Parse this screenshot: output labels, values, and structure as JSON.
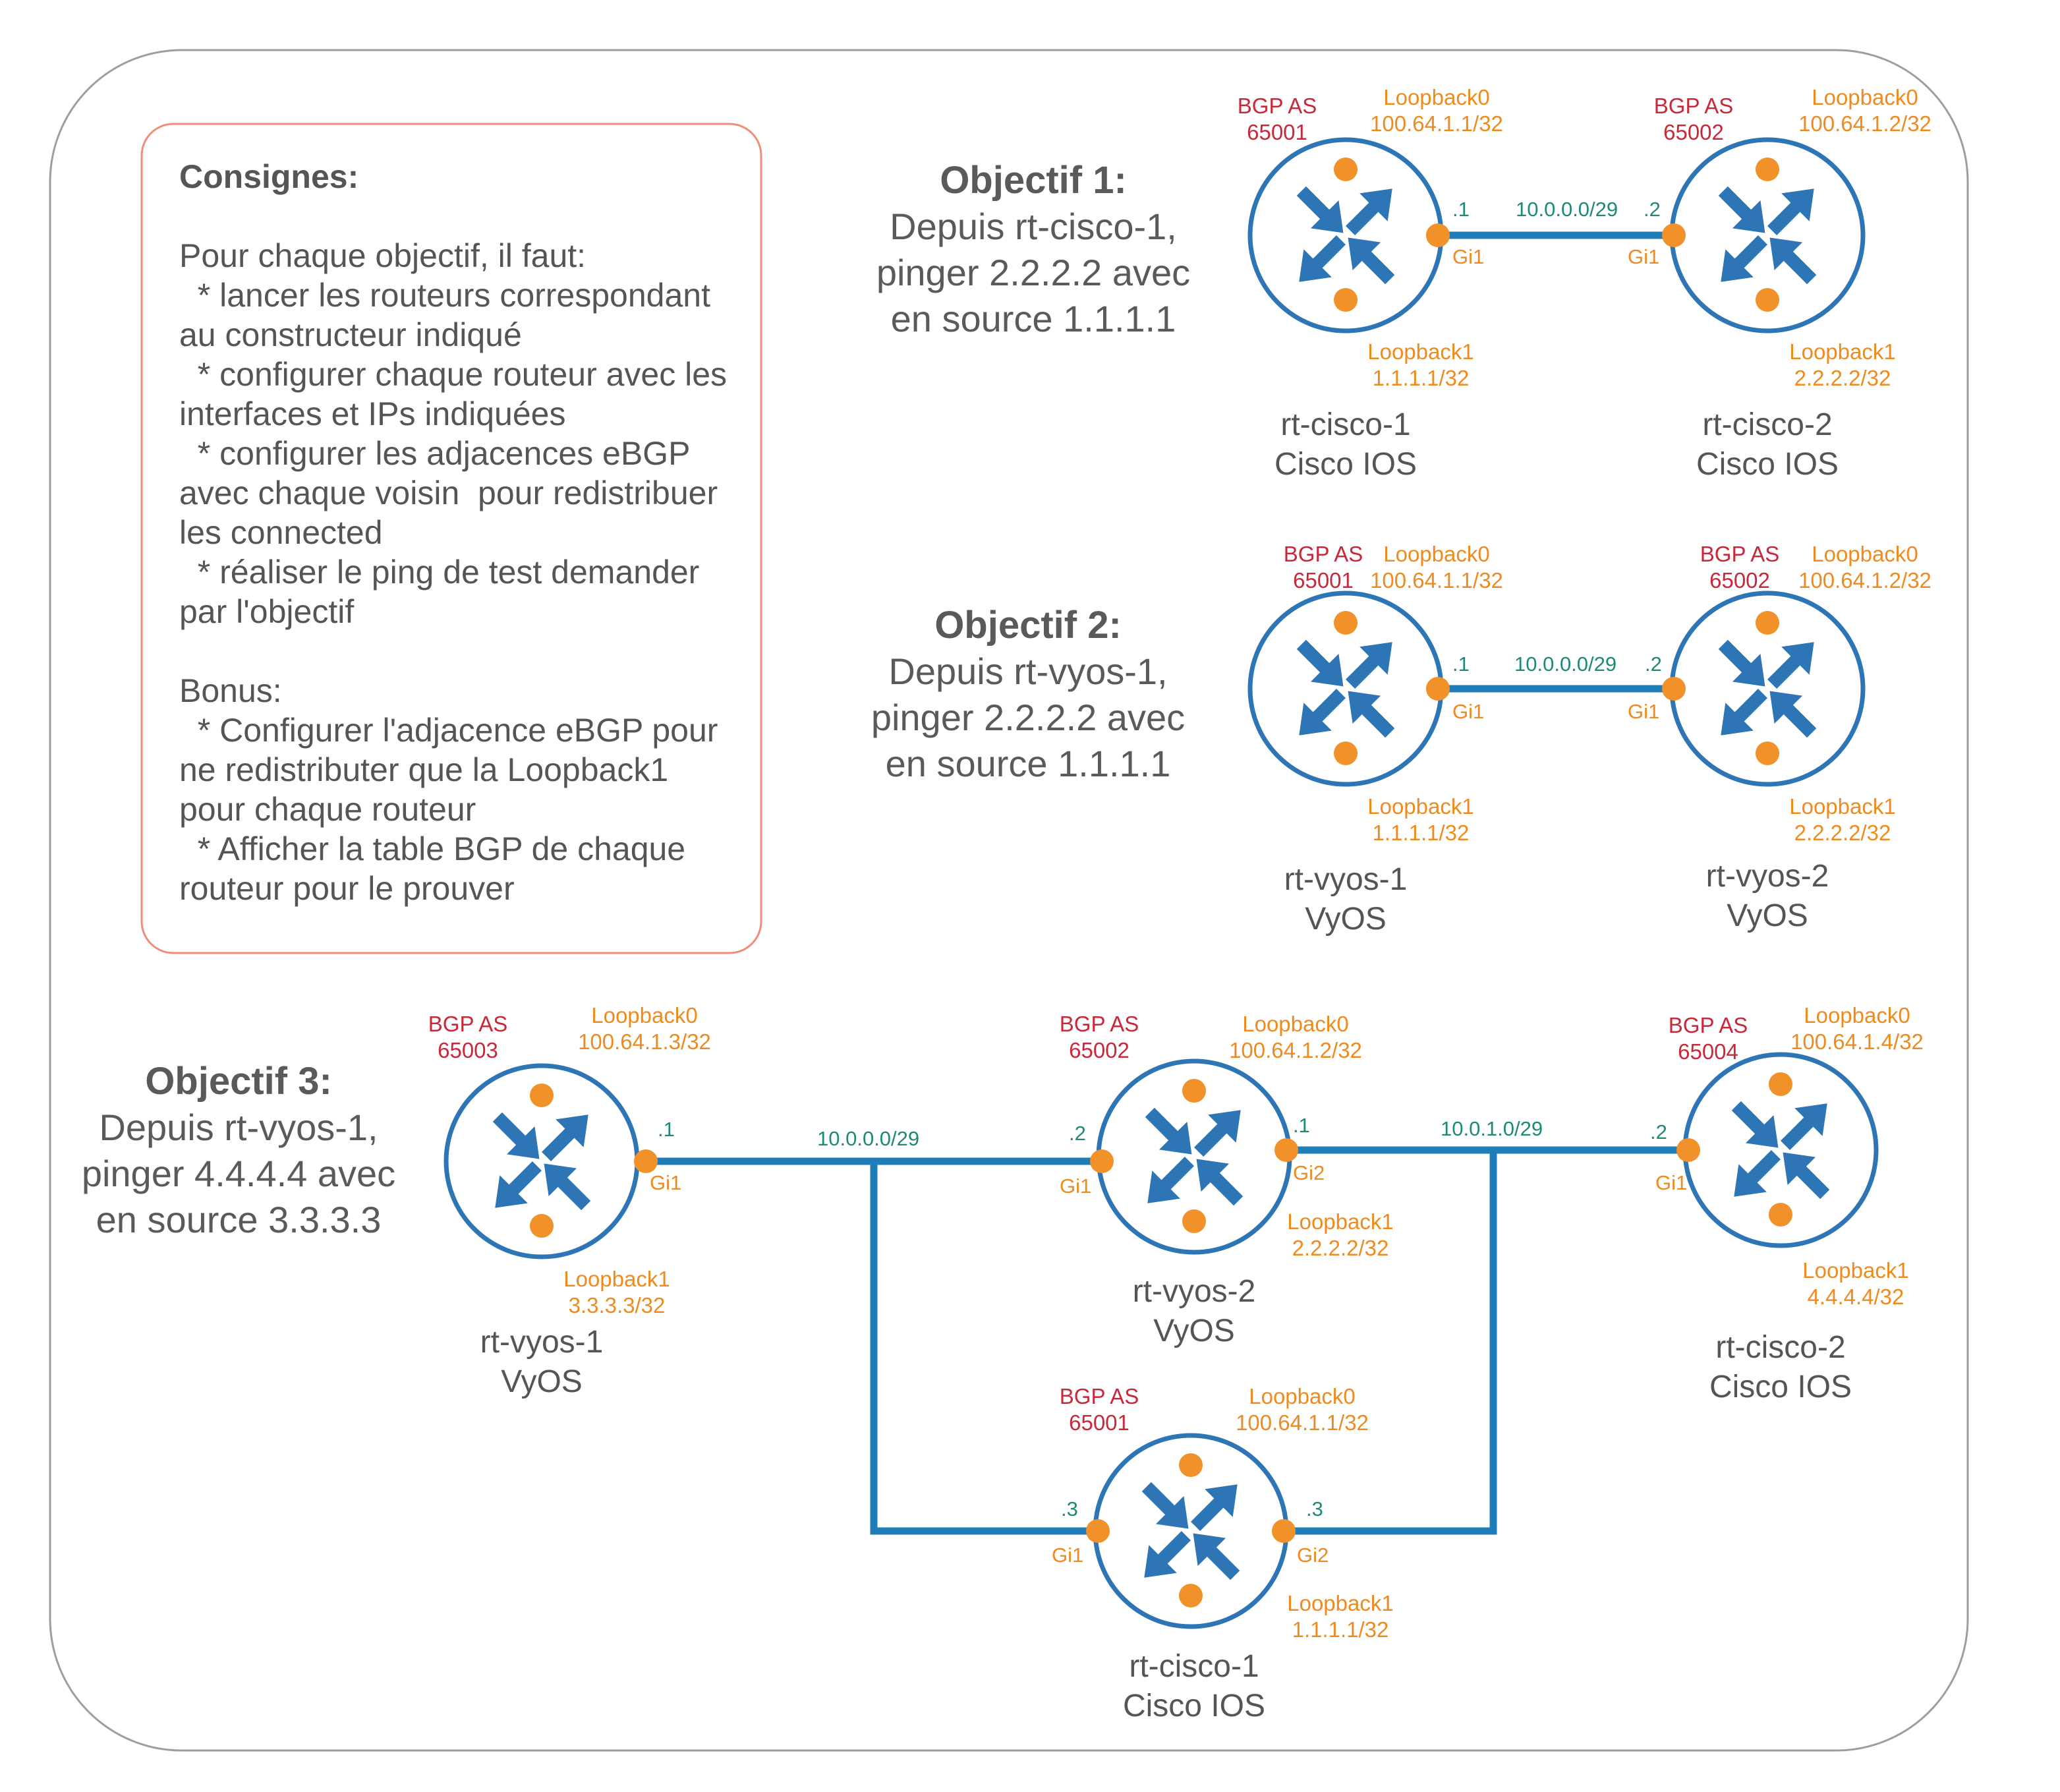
{
  "consignes": {
    "title": "Consignes:",
    "lines": [
      "Pour chaque objectif, il faut:",
      "  * lancer les routeurs correspondant",
      "au constructeur indiqué",
      "  * configurer chaque routeur avec les",
      "interfaces et IPs indiquées",
      "  * configurer les adjacences eBGP",
      "avec chaque voisin  pour redistribuer",
      "les connected",
      "  * réaliser le ping de test demander",
      "par l'objectif",
      "",
      "Bonus:",
      "  * Configurer l'adjacence eBGP pour",
      "ne redistributer que la Loopback1",
      "pour chaque routeur",
      "  * Afficher la table BGP de chaque",
      "routeur pour le prouver"
    ]
  },
  "objectives": [
    {
      "title": "Objectif 1:",
      "lines": [
        "Depuis rt-cisco-1,",
        "pinger 2.2.2.2 avec",
        "en source 1.1.1.1"
      ]
    },
    {
      "title": "Objectif 2:",
      "lines": [
        "Depuis rt-vyos-1,",
        "pinger 2.2.2.2 avec",
        "en source 1.1.1.1"
      ]
    },
    {
      "title": "Objectif 3:",
      "lines": [
        "Depuis rt-vyos-1,",
        "pinger 4.4.4.4 avec",
        "en source 3.3.3.3"
      ]
    }
  ],
  "routers": [
    {
      "id": "o1-r1",
      "bgp_label": "BGP AS",
      "as": "65001",
      "lo0_label": "Loopback0",
      "lo0": "100.64.1.1/32",
      "lo1_label": "Loopback1",
      "lo1": "1.1.1.1/32",
      "name": "rt-cisco-1",
      "os": "Cisco IOS"
    },
    {
      "id": "o1-r2",
      "bgp_label": "BGP AS",
      "as": "65002",
      "lo0_label": "Loopback0",
      "lo0": "100.64.1.2/32",
      "lo1_label": "Loopback1",
      "lo1": "2.2.2.2/32",
      "name": "rt-cisco-2",
      "os": "Cisco IOS"
    },
    {
      "id": "o2-r1",
      "bgp_label": "BGP AS",
      "as": "65001",
      "lo0_label": "Loopback0",
      "lo0": "100.64.1.1/32",
      "lo1_label": "Loopback1",
      "lo1": "1.1.1.1/32",
      "name": "rt-vyos-1",
      "os": "VyOS"
    },
    {
      "id": "o2-r2",
      "bgp_label": "BGP AS",
      "as": "65002",
      "lo0_label": "Loopback0",
      "lo0": "100.64.1.2/32",
      "lo1_label": "Loopback1",
      "lo1": "2.2.2.2/32",
      "name": "rt-vyos-2",
      "os": "VyOS"
    },
    {
      "id": "o3-vyos1",
      "bgp_label": "BGP AS",
      "as": "65003",
      "lo0_label": "Loopback0",
      "lo0": "100.64.1.3/32",
      "lo1_label": "Loopback1",
      "lo1": "3.3.3.3/32",
      "name": "rt-vyos-1",
      "os": "VyOS"
    },
    {
      "id": "o3-vyos2",
      "bgp_label": "BGP AS",
      "as": "65002",
      "lo0_label": "Loopback0",
      "lo0": "100.64.1.2/32",
      "lo1_label": "Loopback1",
      "lo1": "2.2.2.2/32",
      "name": "rt-vyos-2",
      "os": "VyOS"
    },
    {
      "id": "o3-cisco2",
      "bgp_label": "BGP AS",
      "as": "65004",
      "lo0_label": "Loopback0",
      "lo0": "100.64.1.4/32",
      "lo1_label": "Loopback1",
      "lo1": "4.4.4.4/32",
      "name": "rt-cisco-2",
      "os": "Cisco IOS"
    },
    {
      "id": "o3-cisco1",
      "bgp_label": "BGP AS",
      "as": "65001",
      "lo0_label": "Loopback0",
      "lo0": "100.64.1.1/32",
      "lo1_label": "Loopback1",
      "lo1": "1.1.1.1/32",
      "name": "rt-cisco-1",
      "os": "Cisco IOS"
    }
  ],
  "links": {
    "o1": {
      "subnet": "10.0.0.0/29",
      "a_ip": ".1",
      "a_if": "Gi1",
      "b_ip": ".2",
      "b_if": "Gi1"
    },
    "o2": {
      "subnet": "10.0.0.0/29",
      "a_ip": ".1",
      "a_if": "Gi1",
      "b_ip": ".2",
      "b_if": "Gi1"
    },
    "o3": {
      "lan1": {
        "subnet": "10.0.0.0/29",
        "vyos1_ip": ".1",
        "vyos1_if": "Gi1",
        "vyos2_ip": ".2",
        "vyos2_if": "Gi1",
        "cisco1_ip": ".3",
        "cisco1_if": "Gi1"
      },
      "lan2": {
        "subnet": "10.0.1.0/29",
        "vyos2_ip": ".1",
        "vyos2_if": "Gi2",
        "cisco2_ip": ".2",
        "cisco2_if": "Gi1",
        "cisco1_ip": ".3",
        "cisco1_if": "Gi2"
      }
    }
  },
  "colors": {
    "router_blue": "#2e75b6",
    "link_blue": "#1f7db8",
    "port_orange": "#f0912a",
    "bgp_red": "#c8283a",
    "loopback_orange": "#ef8a1f",
    "ip_green": "#1d8a78",
    "consignes_border": "#f08c7a"
  }
}
